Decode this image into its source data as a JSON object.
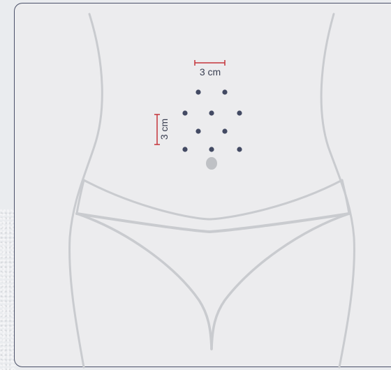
{
  "measurements": {
    "horizontal_label": "3 cm",
    "vertical_label": "3 cm"
  },
  "colors": {
    "dot": "#434a63",
    "measure_line": "#c4343a",
    "outline": "#c9cbcf",
    "navel": "#bfc1c5",
    "frame_border": "#4a5068"
  },
  "injection_points": {
    "count": 10,
    "rows": [
      2,
      3,
      2,
      3
    ]
  }
}
